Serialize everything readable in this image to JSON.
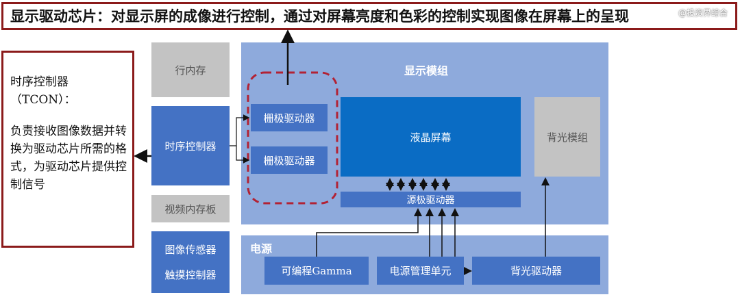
{
  "banner": {
    "text": "显示驱动芯片：对显示屏的成像进行控制，通过对屏幕亮度和色彩的控制实现图像在屏幕上的呈现",
    "watermark": "@投资界综合"
  },
  "tcon_note": {
    "title": "时序控制器",
    "subtitle": "（TCON）：",
    "body": "负责接收图像数据并转换为驱动芯片所需的格式，为驱动芯片提供控制信号"
  },
  "left_column": {
    "line_memory": "行内存",
    "timing_controller": "时序控制器",
    "video_memory": "视频内存板",
    "image_sensor": "图像传感器",
    "touch_controller": "触摸控制器"
  },
  "display_module": {
    "title": "显示模组",
    "gate_driver_1": "栅极驱动器",
    "gate_driver_2": "栅极驱动器",
    "lcd_screen": "液晶屏幕",
    "backlight_module": "背光模组",
    "source_driver": "源极驱动器"
  },
  "power": {
    "title": "电源",
    "gamma": "可编程Gamma",
    "pmu": "电源管理单元",
    "backlight_driver": "背光驱动器"
  },
  "colors": {
    "blue": "#4472c4",
    "lcd": "#0a6cc4",
    "panel": "#8eaadc",
    "gray": "#c3c3c3",
    "red": "#b22234"
  }
}
